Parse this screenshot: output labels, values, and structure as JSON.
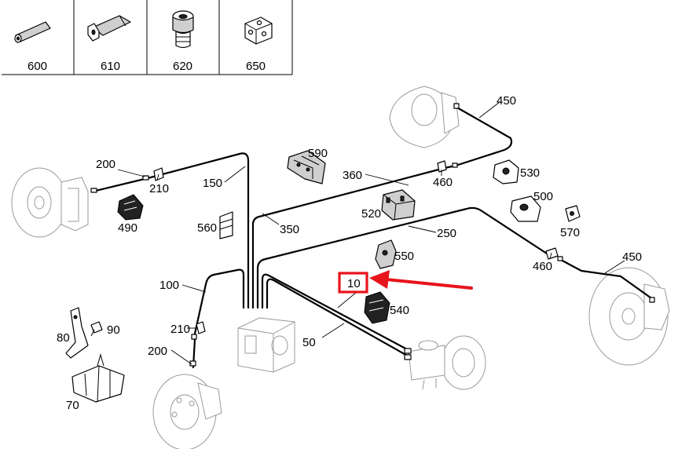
{
  "table": {
    "headers": [
      "600",
      "610",
      "620",
      "650"
    ]
  },
  "callouts": {
    "c450a": "450",
    "c590": "590",
    "c360": "360",
    "c530": "530",
    "c460a": "460",
    "c200a": "200",
    "c210a": "210",
    "c150": "150",
    "c500": "500",
    "c520": "520",
    "c490": "490",
    "c560": "560",
    "c350": "350",
    "c570": "570",
    "c250": "250",
    "c550": "550",
    "c460b": "460",
    "c450b": "450",
    "c100": "100",
    "c10": "10",
    "c540": "540",
    "c80": "80",
    "c90": "90",
    "c210b": "210",
    "c200b": "200",
    "c50": "50",
    "c70": "70"
  },
  "highlight": {
    "target": "10",
    "box_color": "#e8141c",
    "arrow_color": "#e8141c"
  },
  "colors": {
    "line": "#000000",
    "background": "#ffffff",
    "ghost": "#9a9a9a"
  },
  "icons": {
    "i600": "sleeve-icon",
    "i610": "hex-nut-icon",
    "i620": "plug-fitting-icon",
    "i650": "block-clip-icon"
  }
}
